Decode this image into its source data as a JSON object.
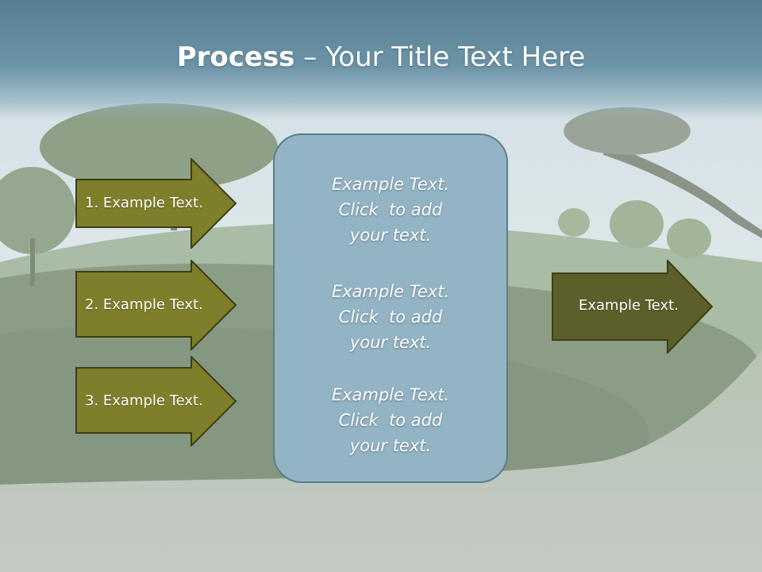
{
  "title": {
    "bold": "Process",
    "rest": " – Your Title Text Here"
  },
  "arrows_left": [
    {
      "label": "1. Example Text."
    },
    {
      "label": "2. Example Text."
    },
    {
      "label": "3. Example Text."
    }
  ],
  "arrow_right": {
    "label": "Example Text."
  },
  "center_box": {
    "blocks": [
      {
        "line1": "Example Text.",
        "line2": "Click  to add",
        "line3": "your text."
      },
      {
        "line1": "Example Text.",
        "line2": "Click  to add",
        "line3": "your text."
      },
      {
        "line1": "Example Text.",
        "line2": "Click  to add",
        "line3": "your text."
      }
    ]
  },
  "colors": {
    "arrow_fill": "#7e7e2b",
    "arrow_right_fill": "#5d5f2b",
    "arrow_border": "#3d3d15",
    "box_fill": "#93b4c5",
    "title_bar": "#5e8699"
  }
}
